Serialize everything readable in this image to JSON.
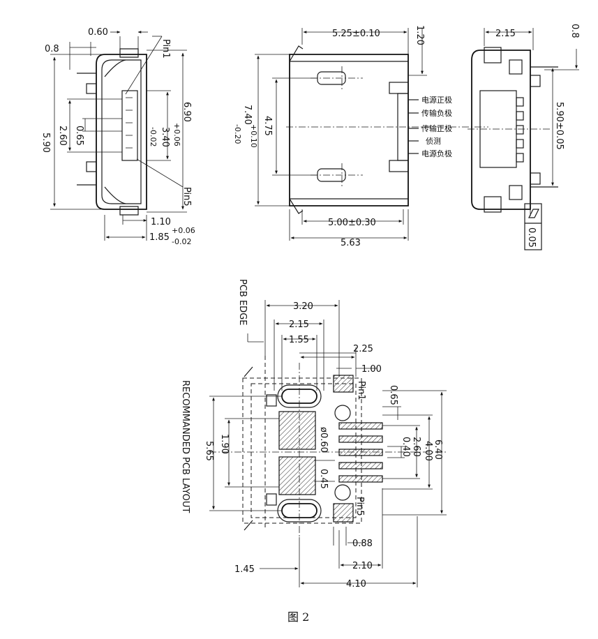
{
  "side_view": {
    "dim_top": "0.60",
    "pin1": "Pin1",
    "dim_corner": "0.8",
    "dim_height": "5.90",
    "dim_inner": "2.60",
    "dim_pitch": "0.65",
    "dim_width_right": "3.40",
    "tol_width_right": "-0.02",
    "dim_overall": "6.90",
    "tol_overall": "+0.06",
    "pin5": "Pin5",
    "dim_bottom": "1.10",
    "dim_depth": "1.85",
    "tol_depth_plus": "+0.06",
    "tol_depth_minus": "-0.02"
  },
  "top_view": {
    "dim_top": "5.25±0.10",
    "dim_tab": "1.20",
    "dim_height": "7.40",
    "tol_height_plus": "+0.10",
    "tol_height_minus": "-0.20",
    "dim_inner": "4.75",
    "pins": [
      "电源正极",
      "传输负极",
      "传输正极",
      "侦测",
      "电源负极"
    ],
    "dim_bottom": "5.00±0.30",
    "dim_overall": "5.63"
  },
  "front_view": {
    "dim_top": "2.15",
    "dim_corner": "0.8",
    "dim_height": "5.90±0.05",
    "flatness_value": "0.05"
  },
  "pcb_layout": {
    "pcb_edge": "PCB EDGE",
    "title": "RECOMMANDED PCB LAYOUT",
    "dim_320": "3.20",
    "dim_215": "2.15",
    "dim_155": "1.55",
    "dim_225": "2.25",
    "dim_100": "1.00",
    "pin1": "Pin1",
    "dim_065": "0.65",
    "dim_hole": "ø0.60",
    "dim_040": "0.40",
    "dim_260": "2.60",
    "dim_400": "4.00",
    "dim_640": "6.40",
    "dim_190": "1.90",
    "dim_565": "5.65",
    "dim_045": "0.45",
    "pin5": "Pin5",
    "dim_088": "0.88",
    "dim_210": "2.10",
    "dim_145": "1.45",
    "dim_410": "4.10"
  },
  "caption": "图 2"
}
